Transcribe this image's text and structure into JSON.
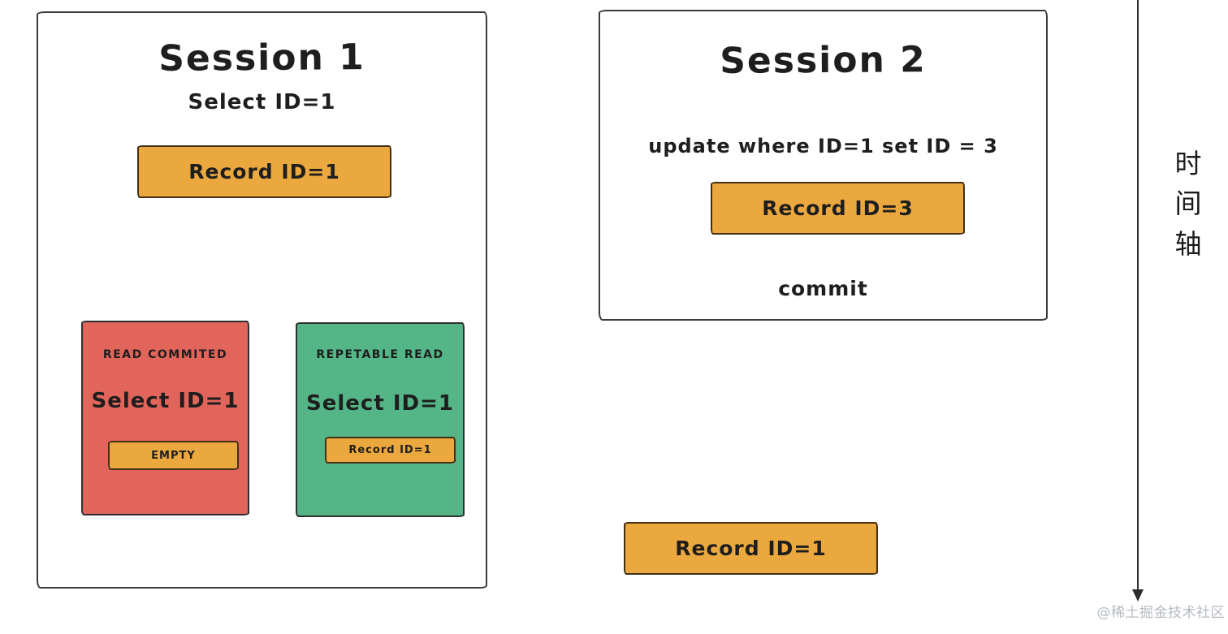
{
  "colors": {
    "record_orange": "#eaa83f",
    "read_committed_red": "#e2655c",
    "repeatable_read_green": "#54b587",
    "stroke": "#2d2d2d",
    "watermark_gray": "#b5bac1"
  },
  "session1": {
    "title": "Session 1",
    "query": "Select ID=1",
    "record": "Record ID=1",
    "read_committed": {
      "label": "READ COMMITED",
      "query": "Select ID=1",
      "result": "EMPTY"
    },
    "repeatable_read": {
      "label": "REPETABLE READ",
      "query": "Select ID=1",
      "result": "Record ID=1"
    }
  },
  "session2": {
    "title": "Session 2",
    "query": "update where ID=1 set ID = 3",
    "record": "Record ID=3",
    "commit": "commit"
  },
  "committed_record": {
    "label": "Record ID=1"
  },
  "timeline": {
    "label": "时间轴",
    "chars": [
      "时",
      "间",
      "轴"
    ]
  },
  "watermark": {
    "text": "@稀土掘金技术社区"
  }
}
